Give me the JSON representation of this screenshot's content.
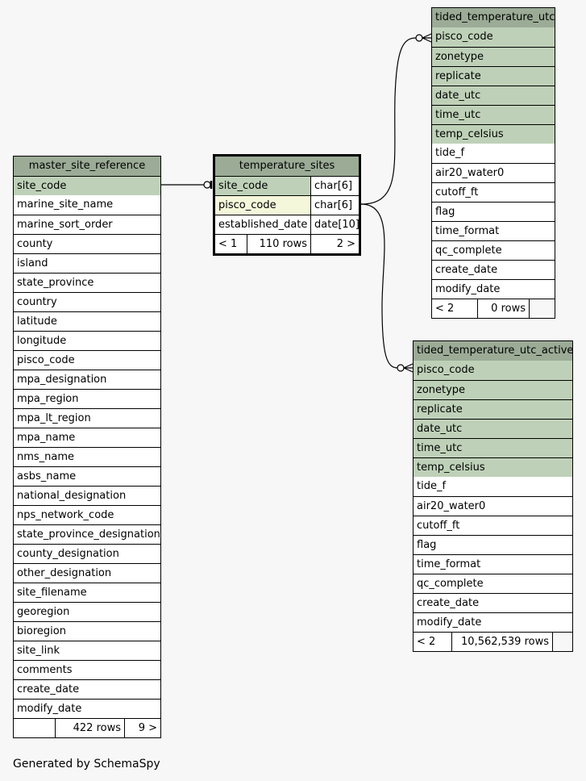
{
  "footer": "Generated by SchemaSpy",
  "tables": {
    "master_site_reference": {
      "name": "master_site_reference",
      "pk_columns": [
        "site_code"
      ],
      "columns": [
        "marine_site_name",
        "marine_sort_order",
        "county",
        "island",
        "state_province",
        "country",
        "latitude",
        "longitude",
        "pisco_code",
        "mpa_designation",
        "mpa_region",
        "mpa_lt_region",
        "mpa_name",
        "nms_name",
        "asbs_name",
        "national_designation",
        "nps_network_code",
        "state_province_designation",
        "county_designation",
        "other_designation",
        "site_filename",
        "georegion",
        "bioregion",
        "site_link",
        "comments",
        "create_date",
        "modify_date"
      ],
      "footer": {
        "left": "",
        "rows": "422 rows",
        "right": "9 >"
      }
    },
    "temperature_sites": {
      "name": "temperature_sites",
      "columns": [
        {
          "name": "site_code",
          "type": "char[6]"
        },
        {
          "name": "pisco_code",
          "type": "char[6]"
        },
        {
          "name": "established_date",
          "type": "date[10]"
        }
      ],
      "footer": {
        "left": "< 1",
        "rows": "110 rows",
        "right": "2 >"
      }
    },
    "tided_temperature_utc": {
      "name": "tided_temperature_utc",
      "pk_columns": [
        "pisco_code",
        "zonetype",
        "replicate",
        "date_utc",
        "time_utc",
        "temp_celsius"
      ],
      "columns": [
        "tide_f",
        "air20_water0",
        "cutoff_ft",
        "flag",
        "time_format",
        "qc_complete",
        "create_date",
        "modify_date"
      ],
      "footer": {
        "left": "< 2",
        "rows": "0 rows",
        "right": ""
      }
    },
    "tided_temperature_utc_active": {
      "name": "tided_temperature_utc_active",
      "pk_columns": [
        "pisco_code",
        "zonetype",
        "replicate",
        "date_utc",
        "time_utc",
        "temp_celsius"
      ],
      "columns": [
        "tide_f",
        "air20_water0",
        "cutoff_ft",
        "flag",
        "time_format",
        "qc_complete",
        "create_date",
        "modify_date"
      ],
      "footer": {
        "left": "< 2",
        "rows": "10,562,539 rows",
        "right": ""
      }
    }
  },
  "colors": {
    "header": "#9bab96",
    "primary_key": "#bed1b8",
    "foreign_key": "#f4f7da",
    "background": "#f7f7f7"
  }
}
